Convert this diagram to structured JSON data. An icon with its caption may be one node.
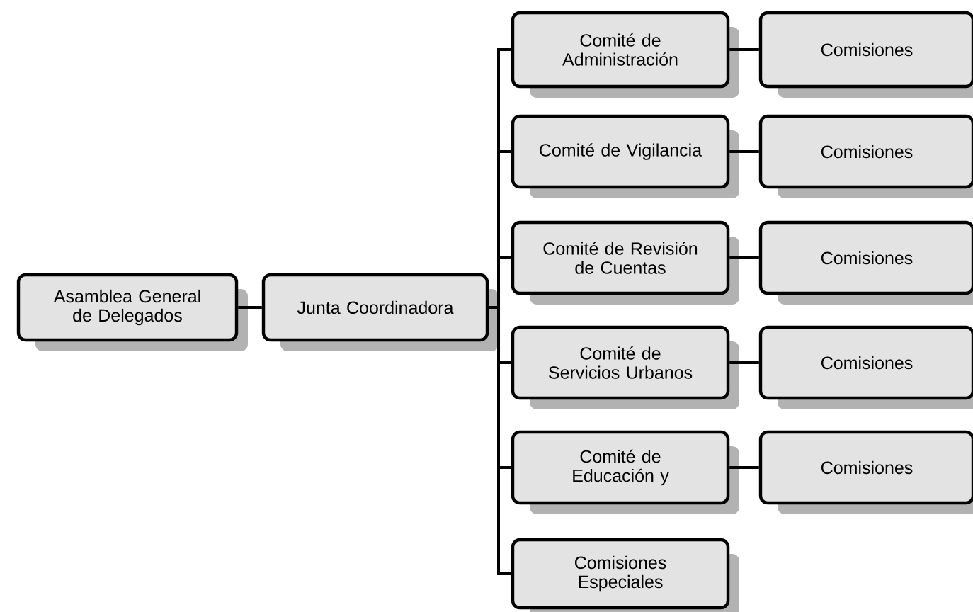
{
  "diagram": {
    "nodes": [
      {
        "text": [
          "Asamblea General de Delegados"
        ]
      },
      {
        "text": [
          "Junta Coordinadora"
        ]
      },
      {
        "text": [
          "Comité de Administración"
        ]
      },
      {
        "text": [
          "Comisiones"
        ]
      },
      {
        "text": [
          "Comité de Vigilancia"
        ]
      },
      {
        "text": [
          "Comisiones"
        ]
      },
      {
        "text": [
          "Comité de Revisión de Cuentas"
        ]
      },
      {
        "text": [
          "Comisiones"
        ]
      },
      {
        "text": [
          "Comité de Servicios Urbanos"
        ]
      },
      {
        "text": [
          "Comisiones"
        ]
      },
      {
        "text": [
          "Comité de Educación y"
        ]
      },
      {
        "text": [
          "Comisiones"
        ]
      },
      {
        "text": [
          "Comisiones Especiales"
        ]
      }
    ],
    "edges": [
      {
        "from": 0,
        "to": 1,
        "arrow": "none"
      },
      {
        "from": 1,
        "to": 2,
        "arrow": "none"
      },
      {
        "from": 1,
        "to": 4,
        "arrow": "none"
      },
      {
        "from": 1,
        "to": 6,
        "arrow": "none"
      },
      {
        "from": 1,
        "to": 8,
        "arrow": "none"
      },
      {
        "from": 1,
        "to": 10,
        "arrow": "none"
      },
      {
        "from": 1,
        "to": 12,
        "arrow": "none"
      },
      {
        "from": 2,
        "to": 3,
        "arrow": "none"
      },
      {
        "from": 4,
        "to": 5,
        "arrow": "none"
      },
      {
        "from": 6,
        "to": 7,
        "arrow": "none"
      },
      {
        "from": 8,
        "to": 9,
        "arrow": "none"
      },
      {
        "from": 10,
        "to": 11,
        "arrow": "none"
      }
    ]
  }
}
